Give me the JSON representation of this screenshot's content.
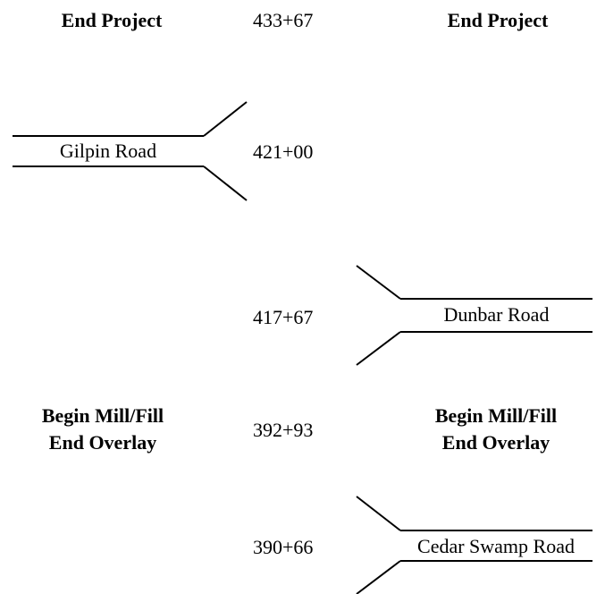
{
  "top": {
    "left_label": "End Project",
    "station": "433+67",
    "right_label": "End Project"
  },
  "roads": [
    {
      "name": "Gilpin Road",
      "station": "421+00",
      "side": "left"
    },
    {
      "name": "Dunbar Road",
      "station": "417+67",
      "side": "right"
    },
    {
      "name": "Cedar Swamp Road",
      "station": "390+66",
      "side": "right"
    }
  ],
  "milestone": {
    "left_line1": "Begin Mill/Fill",
    "left_line2": "End Overlay",
    "station": "392+93",
    "right_line1": "Begin Mill/Fill",
    "right_line2": "End Overlay"
  }
}
